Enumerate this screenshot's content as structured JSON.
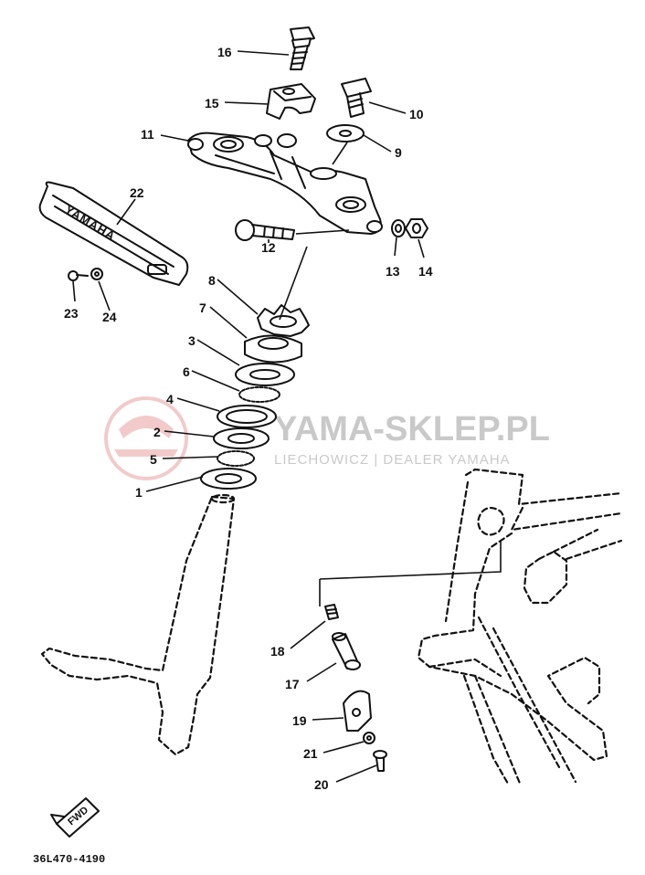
{
  "diagram": {
    "catalog_code": "36L470-4190",
    "fwd_label": "FWD",
    "emblem_text": "YAMAHA",
    "watermark": {
      "title": "YAMA-SKLEP.PL",
      "subtitle": "LIECHOWICZ | DEALER YAMAHA",
      "color": "#e8a0a0"
    },
    "part_numbers": [
      "1",
      "2",
      "3",
      "4",
      "5",
      "6",
      "7",
      "8",
      "9",
      "10",
      "11",
      "12",
      "13",
      "14",
      "15",
      "16",
      "17",
      "18",
      "19",
      "20",
      "21",
      "22",
      "23",
      "24"
    ]
  }
}
